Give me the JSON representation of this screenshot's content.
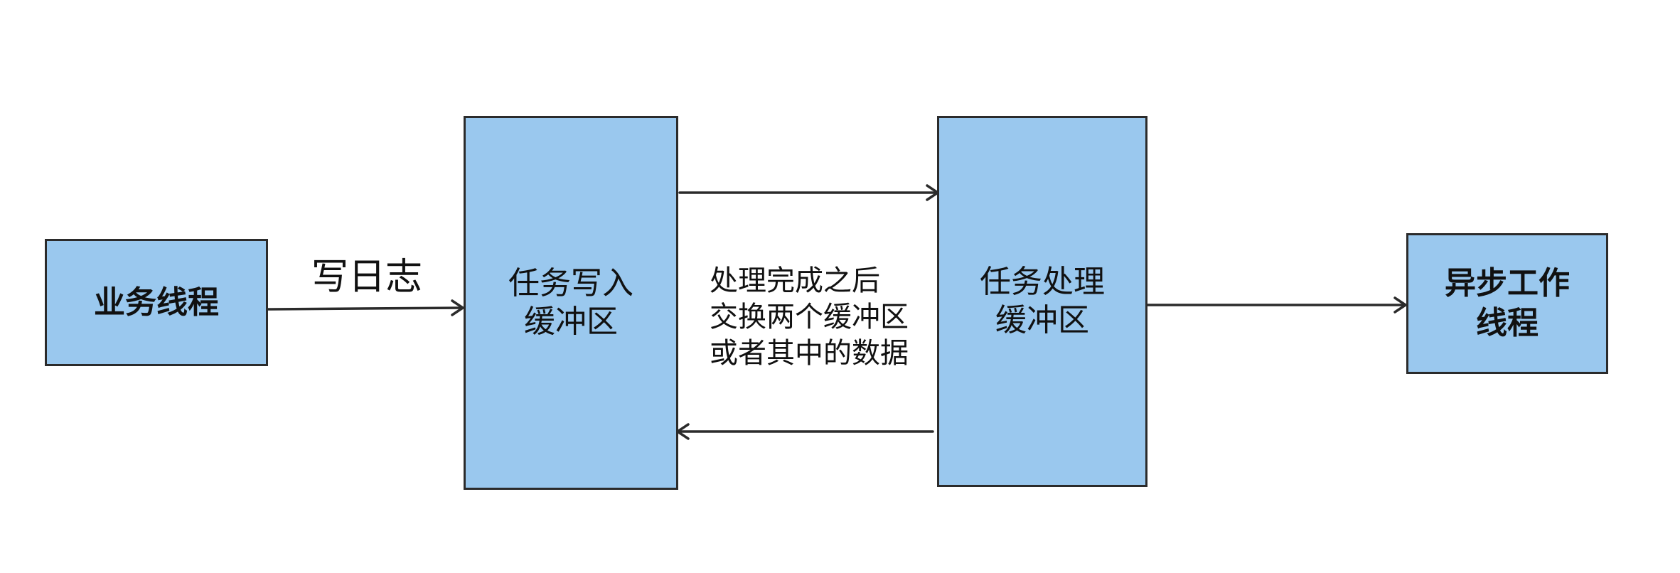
{
  "nodes": {
    "business_thread": {
      "lines": [
        "业务线程"
      ]
    },
    "write_buffer": {
      "lines": [
        "任务写入",
        "缓冲区"
      ]
    },
    "process_buffer": {
      "lines": [
        "任务处理",
        "缓冲区"
      ]
    },
    "async_worker": {
      "lines": [
        "异步工作",
        "线程"
      ]
    }
  },
  "edge_labels": {
    "write_log": "写日志",
    "swap": [
      "处理完成之后",
      "交换两个缓冲区",
      "或者其中的数据"
    ]
  },
  "colors": {
    "box_fill": "#9ac8ee",
    "stroke": "#2b2b2b",
    "text": "#111111",
    "background": "#ffffff"
  }
}
